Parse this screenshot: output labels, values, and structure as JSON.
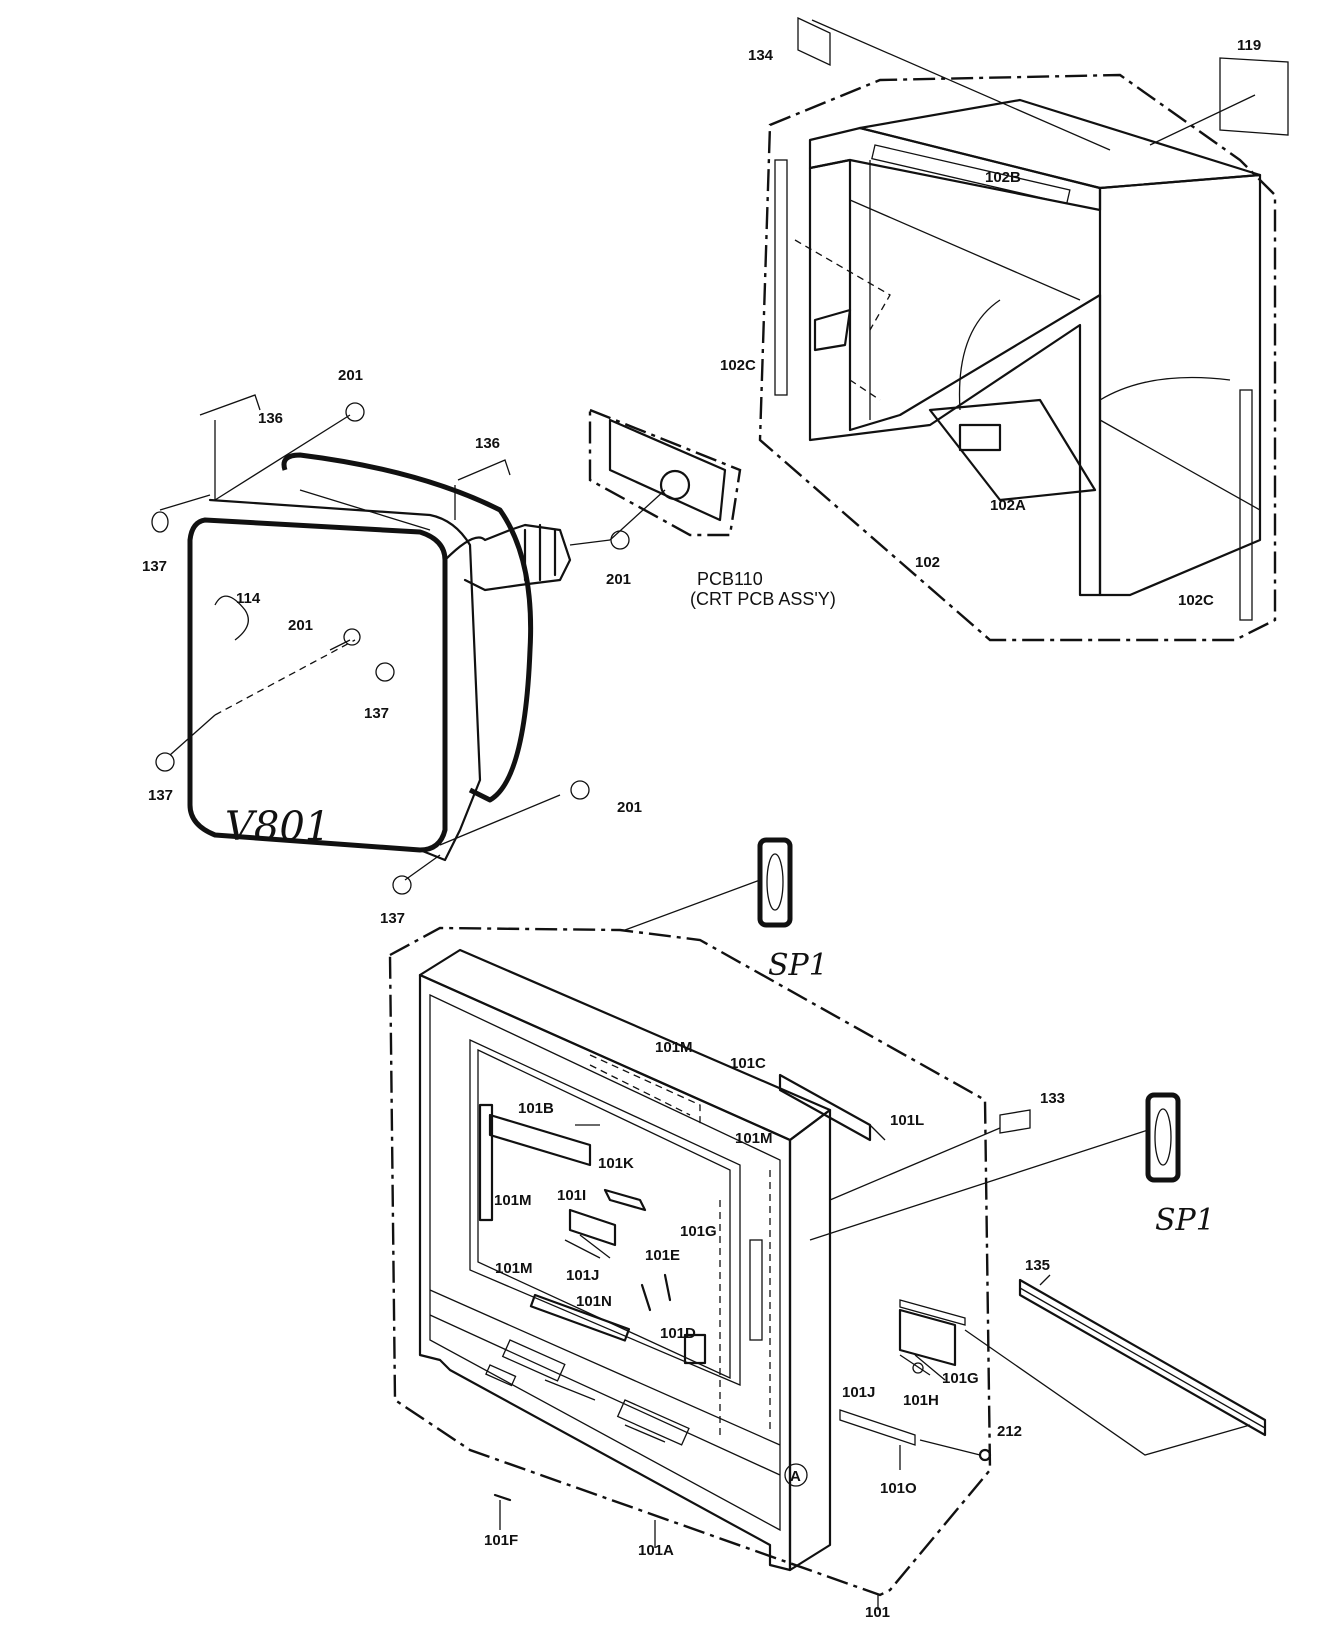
{
  "labels": {
    "l134": "134",
    "l119": "119",
    "l102b": "102B",
    "l102c_left": "102C",
    "l102c_right": "102C",
    "l102a": "102A",
    "l102": "102",
    "l201_top": "201",
    "l136_left": "136",
    "l136_mid": "136",
    "l137_tl": "137",
    "l114": "114",
    "l201_center": "201",
    "l201_neck": "201",
    "l137_mid": "137",
    "l137_bl": "137",
    "l201_bottom": "201",
    "l137_bottom": "137",
    "pcb_name": "PCB110",
    "pcb_desc": "(CRT PCB ASS'Y)",
    "v801": "V801",
    "sp1_top": "SP1",
    "sp1_right": "SP1",
    "l101m_top": "101M",
    "l101c": "101C",
    "l133": "133",
    "l101l": "101L",
    "l101b": "101B",
    "l101k": "101K",
    "l101m_right": "101M",
    "l101m_left": "101M",
    "l101i": "101I",
    "l101g_mid": "101G",
    "l101e": "101E",
    "l101j_mid": "101J",
    "l101m_bottom": "101M",
    "l101n": "101N",
    "l101d": "101D",
    "l135": "135",
    "l101g_right": "101G",
    "l101j_right": "101J",
    "l101h": "101H",
    "l212": "212",
    "l101f": "101F",
    "l101o": "101O",
    "l101a": "101A",
    "circle_a": "A",
    "l101": "101"
  }
}
